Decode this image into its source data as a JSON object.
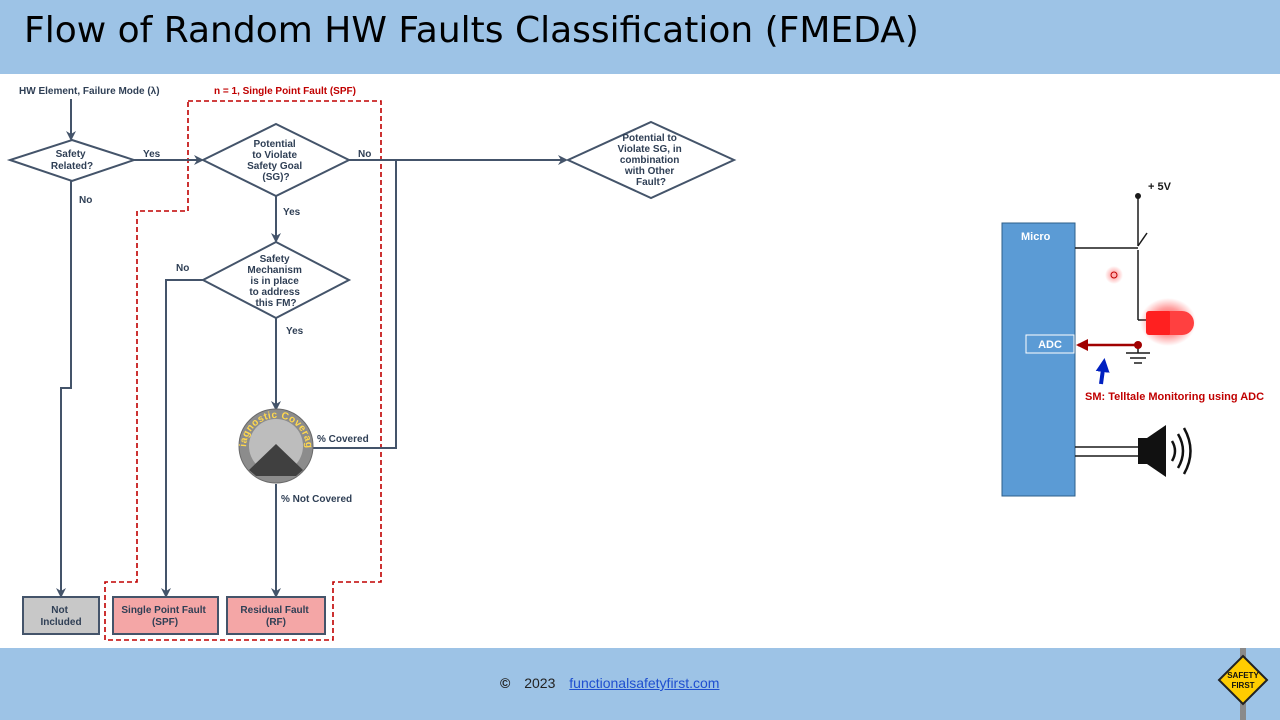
{
  "header": {
    "title": "Flow of Random HW Faults Classification (FMEDA)"
  },
  "footer": {
    "copyright_symbol": "©",
    "year": "2023",
    "link_text": "functionalsafetyfirst.com"
  },
  "logo": {
    "line1": "SAFETY",
    "line2": "FIRST"
  },
  "flow": {
    "start_label": "HW Element, Failure Mode (λ)",
    "spf_region_label": "n = 1, Single Point Fault (SPF)",
    "safety_related": [
      "Safety",
      "Related?"
    ],
    "violate_sg": [
      "Potential",
      "to Violate",
      "Safety Goal",
      "(SG)?"
    ],
    "sg_combination": [
      "Potential to",
      "Violate SG, in",
      "combination",
      "with Other",
      "Fault?"
    ],
    "sm_in_place": [
      "Safety",
      "Mechanism",
      "is in place",
      "to address",
      "this FM?"
    ],
    "yes": "Yes",
    "no": "No",
    "diag_coverage": "Diagnostic Coverage",
    "covered": "% Covered",
    "not_covered": "% Not Covered",
    "not_included": [
      "Not",
      "Included"
    ],
    "spf_box": [
      "Single Point Fault",
      "(SPF)"
    ],
    "rf_box": [
      "Residual Fault",
      "(RF)"
    ]
  },
  "circuit": {
    "micro_label": "Micro",
    "adc_label": "ADC",
    "supply_label": "+ 5V",
    "sm_label": "SM: Telltale Monitoring using ADC"
  },
  "colors": {
    "banner": "#9dc3e6",
    "node_border": "#44546a",
    "spf_dashed": "#c00000",
    "fault_box_fill": "#f4a6a6",
    "not_included_fill": "#c8c8c8",
    "micro_fill": "#5b9bd5",
    "adc_arrow": "#a00000",
    "sm_arrow": "#0020c0",
    "led": "#ff2020",
    "link": "#1f4fd0"
  }
}
